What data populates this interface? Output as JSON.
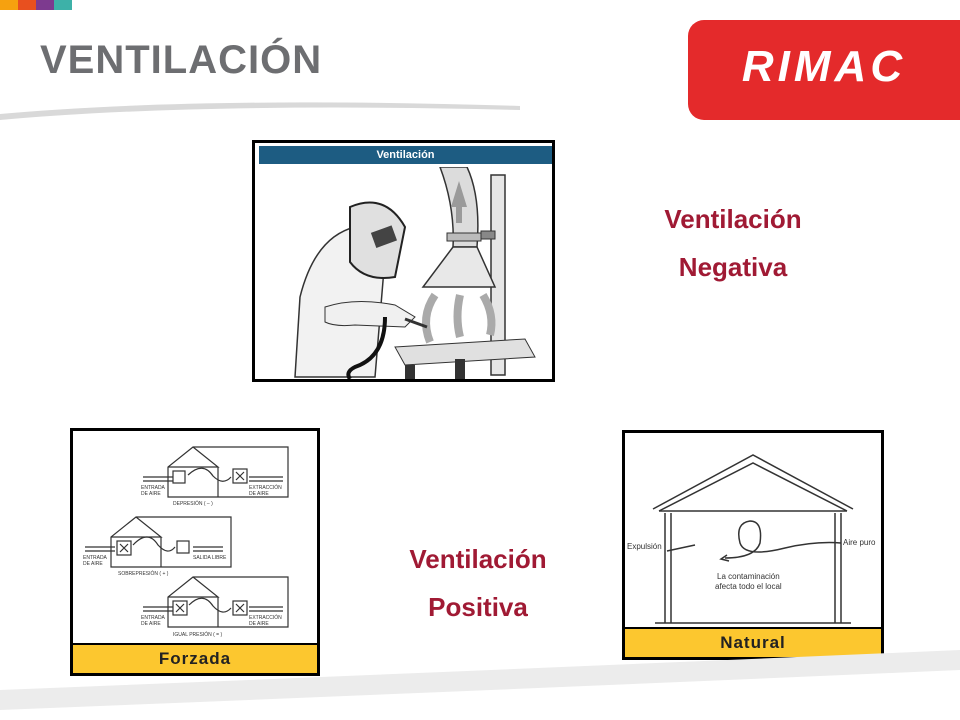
{
  "header": {
    "title": "VENTILACIÓN",
    "logo_text": "RIMAC",
    "strip_colors": [
      "#f6a10f",
      "#e8501f",
      "#7d3a8f",
      "#3db1a8"
    ]
  },
  "top_image": {
    "header_label": "Ventilación"
  },
  "labels": {
    "negative_line1": "Ventilación",
    "negative_line2": "Negativa",
    "positive_line1": "Ventilación",
    "positive_line2": "Positiva"
  },
  "forced_image": {
    "caption": "Forzada",
    "house1": {
      "left_label_1": "ENTRADA",
      "left_label_2": "DE AIRE",
      "right_label_1": "EXTRACCIÓN",
      "right_label_2": "DE AIRE",
      "bottom_label": "DEPRESIÓN ( – )"
    },
    "house2": {
      "left_label_1": "ENTRADA",
      "left_label_2": "DE AIRE",
      "right_label": "SALIDA LIBRE",
      "bottom_label": "SOBREPRESIÓN ( + )"
    },
    "house3": {
      "left_label_1": "ENTRADA",
      "left_label_2": "DE AIRE",
      "right_label_1": "EXTRACCIÓN",
      "right_label_2": "DE AIRE",
      "bottom_label": "IGUAL PRESIÓN ( = )"
    }
  },
  "natural_image": {
    "caption": "Natural",
    "left_label": "Expulsión",
    "right_label": "Aire puro",
    "center_label_1": "La contaminación",
    "center_label_2": "afecta todo el local"
  },
  "colors": {
    "title_gray": "#6d6e71",
    "logo_red": "#e42a2b",
    "label_red": "#a01a34",
    "caption_yellow": "#fcc72f",
    "header_blue": "#1d5c82"
  }
}
